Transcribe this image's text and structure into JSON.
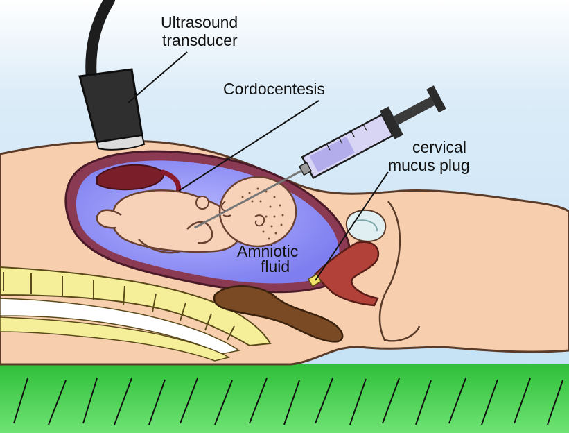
{
  "labels": {
    "transducer_line1": "Ultrasound",
    "transducer_line2": "transducer",
    "cordocentesis": "Cordocentesis",
    "cervical_line1": "cervical",
    "cervical_line2": "mucus plug",
    "amniotic_line1": "Amniotic",
    "amniotic_line2": "fluid"
  },
  "colors": {
    "sky": "#cfe6f6",
    "skin": "#f7cfae",
    "skin_outline": "#5a3b2a",
    "uterus_wall": "#8a3a52",
    "amniotic_fluid": "#8f8ff5",
    "grass": "#43d64b",
    "spine": "#f6ef9a",
    "bowel": "#7a4a24",
    "cervix": "#b2413a",
    "transducer_body": "#2f2f2f"
  }
}
